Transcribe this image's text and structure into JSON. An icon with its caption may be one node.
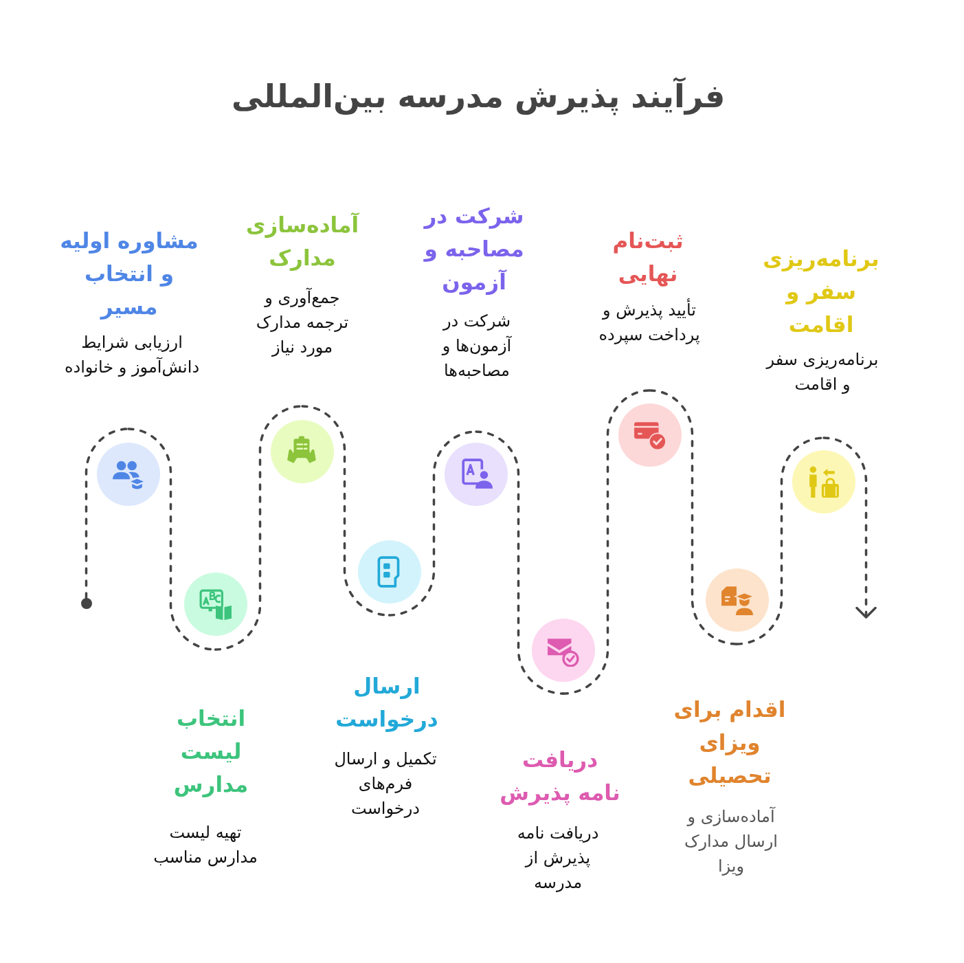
{
  "diagram": {
    "title": "فرآیند پذیرش مدرسه بین‌المللی",
    "nodes": [
      {
        "text": [],
        "shape": "circle"
      },
      {
        "text": [],
        "shape": "circle",
        "beside": [
          "مشاوره اولیه و انتخاب مسیر",
          "ارزیابی شرایط دانش‌آموز و خانواده"
        ]
      },
      {
        "text": [],
        "shape": "circle",
        "beside": [
          "انتخاب لیست مدارس",
          "تهیه لیست مدارس مناسب"
        ]
      },
      {
        "text": [],
        "shape": "circle",
        "beside": [
          "آماده‌سازی مدارک",
          "جمع‌آوری و ترجمه مدارک مورد نیاز"
        ]
      },
      {
        "text": [],
        "shape": "circle",
        "beside": [
          "ارسال درخواست",
          "تکمیل و ارسال فرم‌های درخواست"
        ]
      },
      {
        "text": [],
        "shape": "circle",
        "beside": [
          "شرکت در مصاحبه و آزمون",
          "شرکت در آزمون‌ها و مصاحبه‌ها"
        ]
      },
      {
        "text": [],
        "shape": "circle",
        "beside": [
          "دریافت نامه پذیرش",
          "دریافت نامه پذیرش از مدرسه"
        ]
      },
      {
        "text": [],
        "shape": "circle",
        "beside": [
          "ثبت‌نام نهایی",
          "تأیید پذیرش و پرداخت سپرده"
        ]
      },
      {
        "text": [],
        "shape": "circle",
        "beside": [
          "اقدام برای ویزای تحصیلی",
          "آماده‌سازی و ارسال مدارک ویزا"
        ]
      },
      {
        "text": [],
        "shape": "circle",
        "beside": [
          "برنامه‌ریزی سفر و اقامت",
          "برنامه‌ریزی سفر و اقامت"
        ]
      }
    ],
    "edges": [
      {
        "from": 0,
        "to": 1,
        "arrow": "none",
        "style": "dashed"
      },
      {
        "from": 1,
        "to": 2,
        "arrow": "none",
        "style": "dashed"
      },
      {
        "from": 2,
        "to": 3,
        "arrow": "none",
        "style": "dashed"
      },
      {
        "from": 3,
        "to": 4,
        "arrow": "none",
        "style": "dashed"
      },
      {
        "from": 4,
        "to": 5,
        "arrow": "none",
        "style": "dashed"
      },
      {
        "from": 5,
        "to": 6,
        "arrow": "none",
        "style": "dashed"
      },
      {
        "from": 6,
        "to": 7,
        "arrow": "none",
        "style": "dashed"
      },
      {
        "from": 7,
        "to": 8,
        "arrow": "none",
        "style": "dashed"
      },
      {
        "from": 8,
        "to": 9,
        "arrow": "none",
        "style": "dashed"
      },
      {
        "from": 9,
        "to": null,
        "arrow": "to",
        "style": "dashed"
      }
    ]
  }
}
